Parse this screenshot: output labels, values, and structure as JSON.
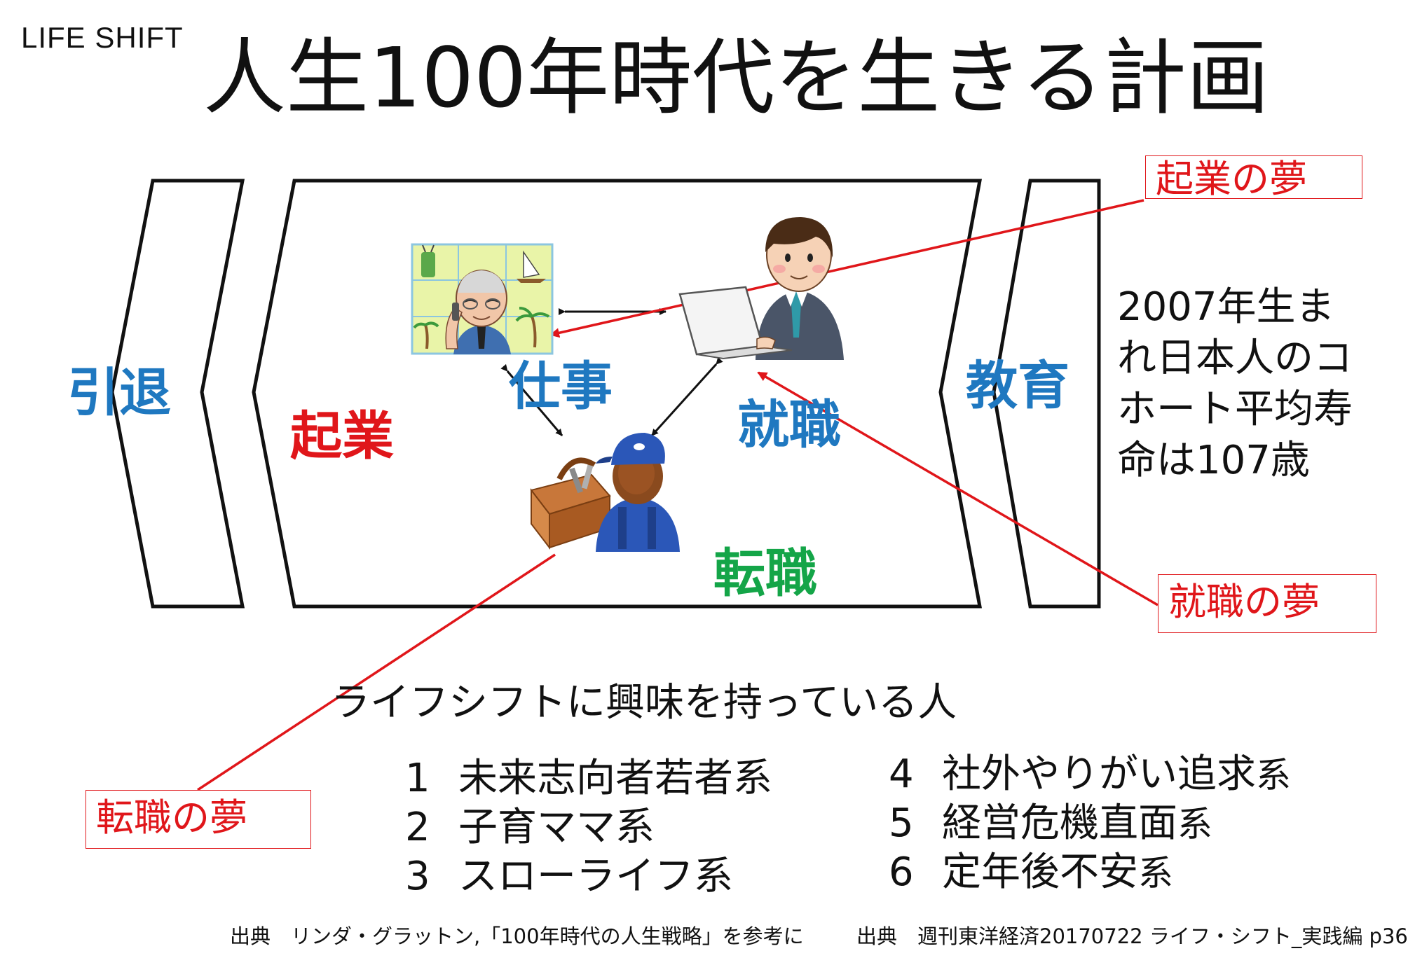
{
  "brand": "LIFE SHIFT",
  "title": "人生100年時代を生きる計画",
  "stages": {
    "retire": "引退",
    "work": "仕事",
    "education": "教育"
  },
  "paths": {
    "startup": "起業",
    "employment": "就職",
    "job_change": "転職"
  },
  "dreams": {
    "startup": "起業の夢",
    "employment": "就職の夢",
    "job_change": "転職の夢"
  },
  "note_lines": [
    "2007年生ま",
    "れ日本人のコ",
    "ホート平均寿",
    "命は107歳"
  ],
  "interest_heading": "ライフシフトに興味を持っている人",
  "types_left": [
    {
      "num": "1",
      "text": "未来志向者若者系",
      "suffix": ""
    },
    {
      "num": "2",
      "text": "子育ママ系",
      "suffix": ""
    },
    {
      "num": "3",
      "text": "スローライフ系",
      "suffix": ""
    }
  ],
  "types_right": [
    {
      "num": "4",
      "text": "社外やりがい追求",
      "suffix": "系"
    },
    {
      "num": "5",
      "text": "経営危機直面",
      "suffix": "系"
    },
    {
      "num": "6",
      "text": "定年後不安",
      "suffix": "系"
    }
  ],
  "citations": {
    "left": "出典　リンダ・グラットン,「100年時代の人生戦略」を参考に",
    "right": "出典　週刊東洋経済20170722  ライフ・シフト_実践編 p36"
  },
  "colors": {
    "blue": "#1f78c0",
    "red": "#e0161a",
    "green": "#14a548"
  },
  "icons": {
    "retiree": "retiree-leisure-icon",
    "office_worker": "office-worker-laptop-icon",
    "craftsman": "craftsman-toolbox-icon"
  }
}
